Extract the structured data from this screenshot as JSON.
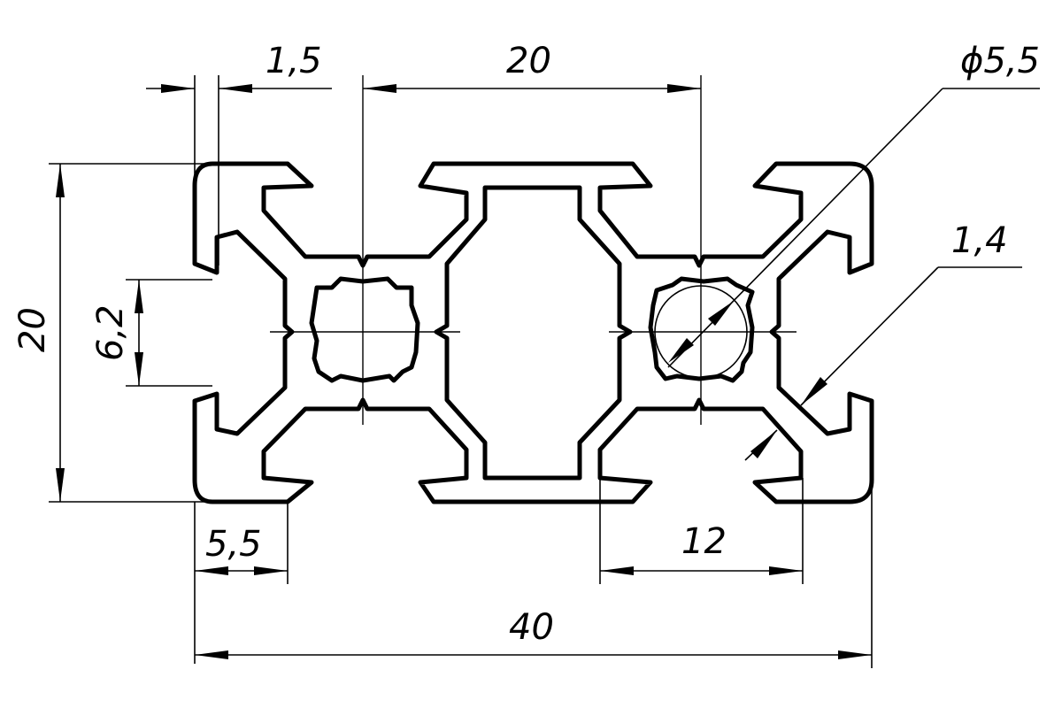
{
  "drawing": {
    "dimensions": {
      "slot_depth": "1,5",
      "core_spacing": "20",
      "bore_diameter": "ϕ5,5",
      "overall_height": "20",
      "slot_opening": "6,2",
      "wall_thickness": "1,4",
      "flange_width": "5,5",
      "slot_width": "12",
      "overall_width": "40"
    },
    "colors": {
      "line": "#000000",
      "background": "#ffffff"
    }
  }
}
